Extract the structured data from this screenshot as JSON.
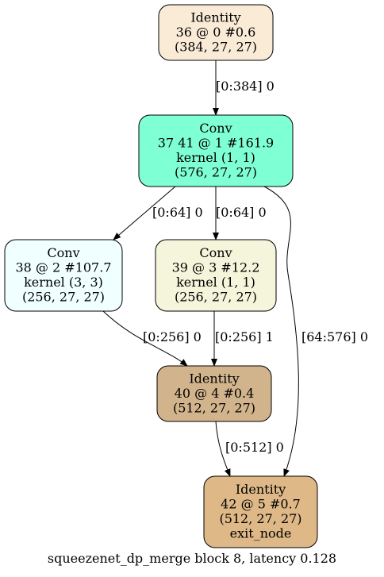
{
  "graph": {
    "caption": "squeezenet_dp_merge block 8, latency 0.128",
    "nodes": [
      {
        "id": "n36",
        "lines": [
          "Identity",
          "36 @ 0 #0.6",
          "(384, 27, 27)"
        ],
        "fill": "#faebd7"
      },
      {
        "id": "n37",
        "lines": [
          "Conv",
          "37 41 @ 1 #161.9",
          "kernel (1, 1)",
          "(576, 27, 27)"
        ],
        "fill": "#7fffd4"
      },
      {
        "id": "n38",
        "lines": [
          "Conv",
          "38 @ 2 #107.7",
          "kernel (3, 3)",
          "(256, 27, 27)"
        ],
        "fill": "#f0ffff"
      },
      {
        "id": "n39",
        "lines": [
          "Conv",
          "39 @ 3 #12.2",
          "kernel (1, 1)",
          "(256, 27, 27)"
        ],
        "fill": "#f5f5dc"
      },
      {
        "id": "n40",
        "lines": [
          "Identity",
          "40 @ 4 #0.4",
          "(512, 27, 27)"
        ],
        "fill": "#d2b48c"
      },
      {
        "id": "n42",
        "lines": [
          "Identity",
          "42 @ 5 #0.7",
          "(512, 27, 27)",
          "exit_node"
        ],
        "fill": "#deb887"
      }
    ],
    "edges": [
      {
        "from": "n36",
        "to": "n37",
        "label": "[0:384] 0"
      },
      {
        "from": "n37",
        "to": "n38",
        "label": "[0:64] 0"
      },
      {
        "from": "n37",
        "to": "n39",
        "label": "[0:64] 0"
      },
      {
        "from": "n37",
        "to": "n42",
        "label": "[64:576] 0"
      },
      {
        "from": "n38",
        "to": "n40",
        "label": "[0:256] 0"
      },
      {
        "from": "n39",
        "to": "n40",
        "label": "[0:256] 1"
      },
      {
        "from": "n40",
        "to": "n42",
        "label": "[0:512] 0"
      }
    ]
  }
}
